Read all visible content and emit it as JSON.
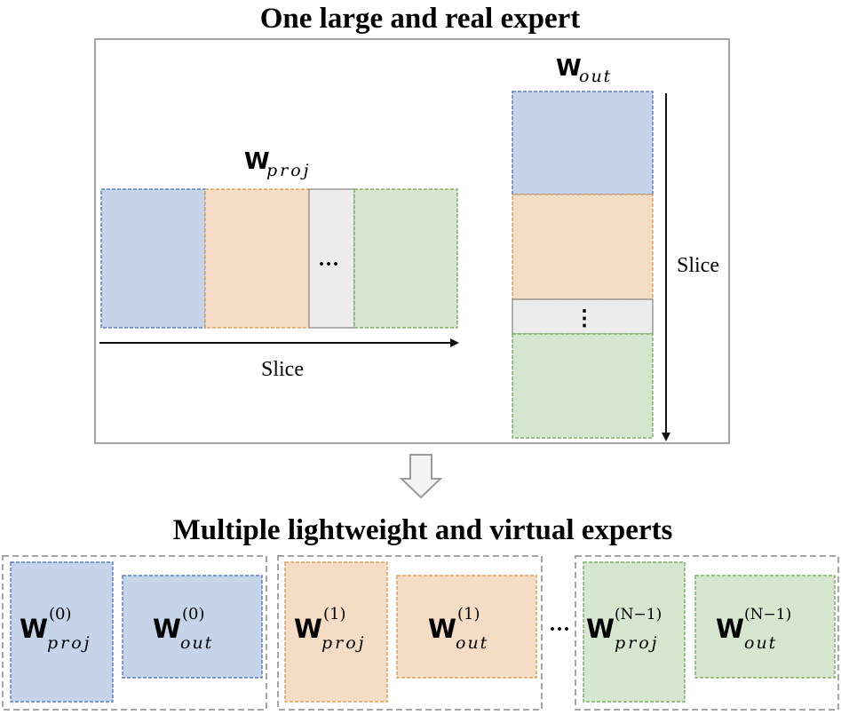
{
  "top_title": "One large and real expert",
  "bottom_title": "Multiple lightweight and virtual experts",
  "w_symbol": "W",
  "proj_sub": "proj",
  "out_sub": "out",
  "slice_label": "Slice",
  "h_ellipsis": "···",
  "v_ellipsis": "⋮",
  "between_ellipsis": "···",
  "experts": [
    {
      "index": "(0)"
    },
    {
      "index": "(1)"
    },
    {
      "index": "(N−1)"
    }
  ],
  "colors": {
    "blue_fill": "#c6d4ea",
    "blue_border": "#5a7fc0",
    "orange_fill": "#f5dcc4",
    "orange_border": "#e0a060",
    "gray_fill": "#ececec",
    "gray_border": "#999999",
    "green_fill": "#d7e6cf",
    "green_border": "#7fae6a"
  }
}
